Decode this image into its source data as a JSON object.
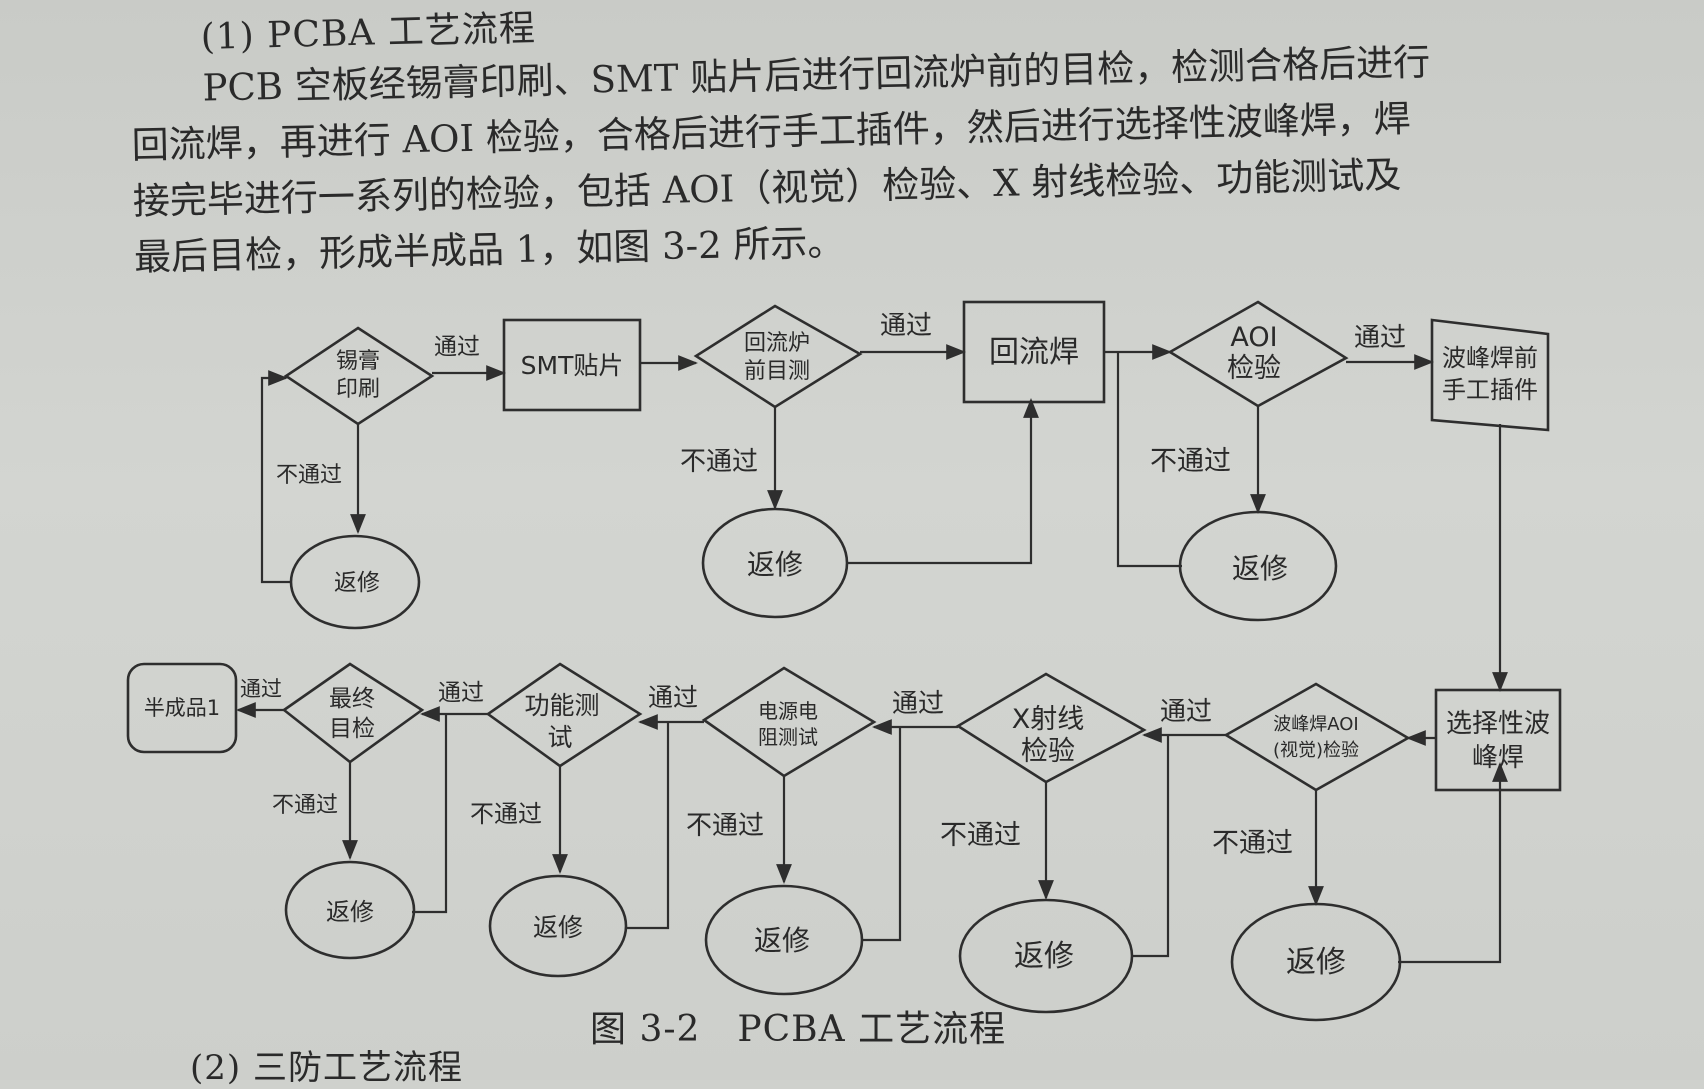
{
  "section_heading": "(1) PCBA 工艺流程",
  "paragraph_lines": [
    "PCB 空板经锡膏印刷、SMT 贴片后进行回流炉前的目检，检测合格后进行",
    "回流焊，再进行 AOI 检验，合格后进行手工插件，然后进行选择性波峰焊，焊",
    "接完毕进行一系列的检验，包括 AOI（视觉）检验、X 射线检验、功能测试及",
    "最后目检，形成半成品 1，如图 3-2 所示。"
  ],
  "figure": {
    "caption": "图 3-2　PCBA 工艺流程",
    "nodes": [
      {
        "id": "solder-paste",
        "shape": "diamond",
        "lines": [
          "锡膏",
          "印刷"
        ]
      },
      {
        "id": "smt",
        "shape": "rect",
        "lines": [
          "SMT贴片"
        ]
      },
      {
        "id": "pre-reflow-inspect",
        "shape": "diamond",
        "lines": [
          "回流炉",
          "前目测"
        ]
      },
      {
        "id": "reflow",
        "shape": "rect",
        "lines": [
          "回流焊"
        ]
      },
      {
        "id": "aoi",
        "shape": "diamond",
        "lines": [
          "AOI",
          "检验"
        ]
      },
      {
        "id": "manual-insert",
        "shape": "rect",
        "lines": [
          "波峰焊前",
          "手工插件"
        ]
      },
      {
        "id": "selective-wave",
        "shape": "rect",
        "lines": [
          "选择性波",
          "峰焊"
        ]
      },
      {
        "id": "wave-aoi",
        "shape": "diamond",
        "lines": [
          "波峰焊AOI",
          "(视觉)检验"
        ]
      },
      {
        "id": "xray",
        "shape": "diamond",
        "lines": [
          "X射线",
          "检验"
        ]
      },
      {
        "id": "power-test",
        "shape": "diamond",
        "lines": [
          "电源电",
          "阻测试"
        ]
      },
      {
        "id": "func-test",
        "shape": "diamond",
        "lines": [
          "功能测",
          "试"
        ]
      },
      {
        "id": "final-inspect",
        "shape": "diamond",
        "lines": [
          "最终",
          "目检"
        ]
      },
      {
        "id": "semi-product",
        "shape": "rounded",
        "lines": [
          "半成品1"
        ]
      },
      {
        "id": "rework-1",
        "shape": "ellipse",
        "lines": [
          "返修"
        ]
      },
      {
        "id": "rework-2",
        "shape": "ellipse",
        "lines": [
          "返修"
        ]
      },
      {
        "id": "rework-3",
        "shape": "ellipse",
        "lines": [
          "返修"
        ]
      },
      {
        "id": "rework-4",
        "shape": "ellipse",
        "lines": [
          "返修"
        ]
      },
      {
        "id": "rework-5",
        "shape": "ellipse",
        "lines": [
          "返修"
        ]
      },
      {
        "id": "rework-6",
        "shape": "ellipse",
        "lines": [
          "返修"
        ]
      },
      {
        "id": "rework-7",
        "shape": "ellipse",
        "lines": [
          "返修"
        ]
      },
      {
        "id": "rework-8",
        "shape": "ellipse",
        "lines": [
          "返修"
        ]
      }
    ],
    "edge_labels": [
      {
        "id": "pass-1",
        "text": "通过"
      },
      {
        "id": "pass-2",
        "text": "通过"
      },
      {
        "id": "pass-3",
        "text": "通过"
      },
      {
        "id": "pass-4",
        "text": "通过"
      },
      {
        "id": "pass-5",
        "text": "通过"
      },
      {
        "id": "pass-6",
        "text": "通过"
      },
      {
        "id": "pass-7",
        "text": "通过"
      },
      {
        "id": "pass-8",
        "text": "通过"
      },
      {
        "id": "fail-1",
        "text": "不通过"
      },
      {
        "id": "fail-2",
        "text": "不通过"
      },
      {
        "id": "fail-3",
        "text": "不通过"
      },
      {
        "id": "fail-4",
        "text": "不通过"
      },
      {
        "id": "fail-5",
        "text": "不通过"
      },
      {
        "id": "fail-6",
        "text": "不通过"
      },
      {
        "id": "fail-7",
        "text": "不通过"
      },
      {
        "id": "fail-8",
        "text": "不通过"
      }
    ]
  },
  "next_heading": "(2) 三防工艺流程"
}
